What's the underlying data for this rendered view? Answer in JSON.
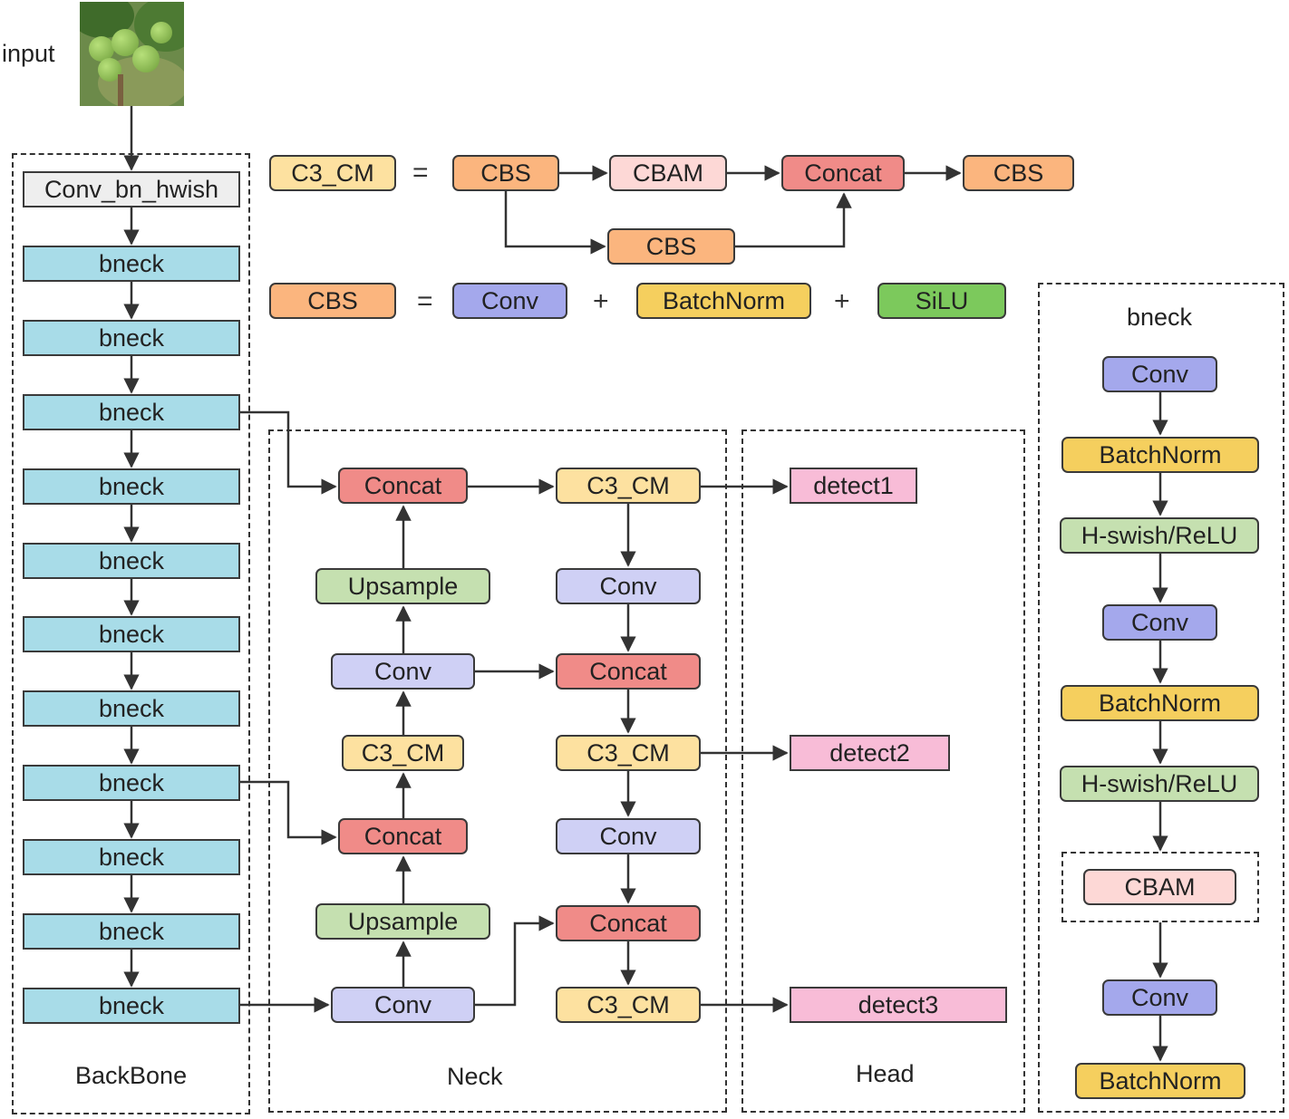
{
  "input_label": "input",
  "input_image": "pomelo-tree-photo",
  "backbone": {
    "title": "BackBone",
    "first": "Conv_bn_hwish",
    "blocks": [
      "bneck",
      "bneck",
      "bneck",
      "bneck",
      "bneck",
      "bneck",
      "bneck",
      "bneck",
      "bneck",
      "bneck",
      "bneck"
    ]
  },
  "legend": {
    "c3cm": "C3_CM",
    "eq": "=",
    "plus": "+",
    "c3cm_parts": [
      "CBS",
      "CBAM",
      "Concat",
      "CBS",
      "CBS"
    ],
    "cbs": "CBS",
    "cbs_parts": [
      "Conv",
      "BatchNorm",
      "SiLU"
    ]
  },
  "neck": {
    "title": "Neck",
    "left_col": [
      "Concat",
      "Upsample",
      "Conv",
      "C3_CM",
      "Concat",
      "Upsample",
      "Conv"
    ],
    "right_col": [
      "C3_CM",
      "Conv",
      "Concat",
      "C3_CM",
      "Conv",
      "Concat",
      "C3_CM"
    ]
  },
  "head": {
    "title": "Head",
    "outputs": [
      "detect1",
      "detect2",
      "detect3"
    ]
  },
  "bneck_detail": {
    "title": "bneck",
    "layers": [
      "Conv",
      "BatchNorm",
      "H-swish/ReLU",
      "Conv",
      "BatchNorm",
      "H-swish/ReLU",
      "CBAM",
      "Conv",
      "BatchNorm"
    ]
  }
}
